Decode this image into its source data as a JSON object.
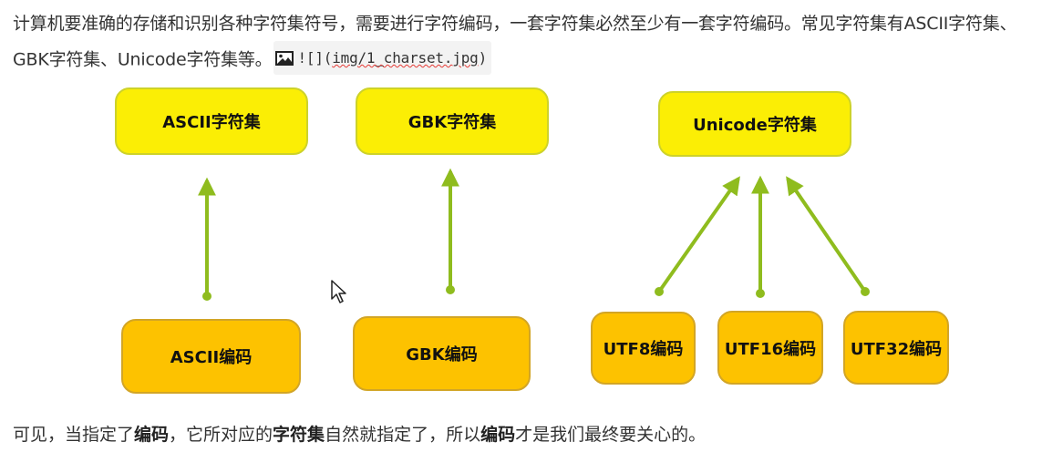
{
  "text": {
    "para1_a": "计算机要准确的存储和识别各种字符集符号，需要进行字符编码，一套字符集必然至少有一套字符编码。常见字符集有ASCII字符集、GBK字符集、Unicode字符集等。",
    "image_ref_prefix": "![](",
    "image_ref_path": "img/1_charset.jpg",
    "image_ref_suffix": ")",
    "para2_a": "可见，当指定了",
    "para2_b": "编码",
    "para2_c": "，它所对应的",
    "para2_d": "字符集",
    "para2_e": "自然就指定了，所以",
    "para2_f": "编码",
    "para2_g": "才是我们最终要关心的。"
  },
  "diagram": {
    "charsets": {
      "ascii": "ASCII字符集",
      "gbk": "GBK字符集",
      "unicode": "Unicode字符集"
    },
    "encodings": {
      "ascii": "ASCII编码",
      "gbk": "GBK编码",
      "utf8": "UTF8编码",
      "utf16": "UTF16编码",
      "utf32": "UTF32编码"
    },
    "colors": {
      "charset_fill": "#fbee05",
      "encoding_fill": "#fdc200",
      "arrow": "#8fbc1e"
    }
  },
  "icons": {
    "image_placeholder": "image-icon",
    "cursor": "mouse-cursor-icon"
  }
}
